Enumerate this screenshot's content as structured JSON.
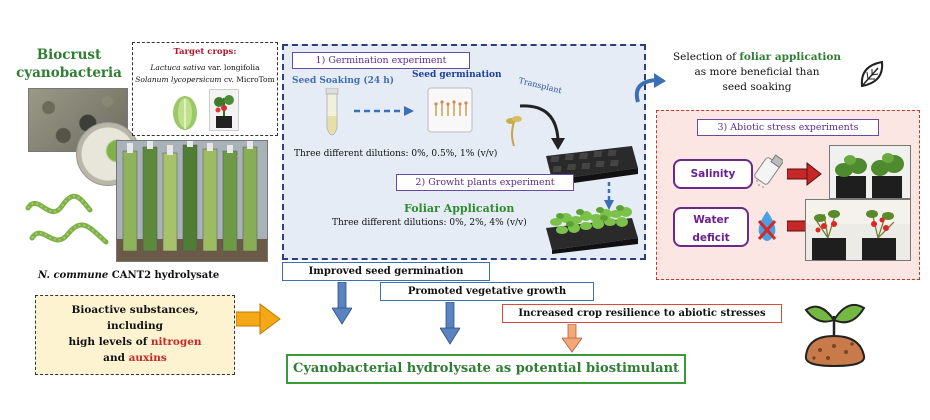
{
  "left": {
    "title_line1": "Biocrust",
    "title_line2": "cyanobacteria",
    "species_label": "N. commune",
    "strain_label": "CANT2 hydrolysate"
  },
  "target_crops": {
    "title": "Target crops:",
    "crop1_species": "Lactuca sativa",
    "crop1_variety": "var. longifolia",
    "crop2_species": "Solanum lycopersicum",
    "crop2_variety": "cv. MicroTom"
  },
  "experiment1": {
    "title": "1) Germination experiment",
    "seed_soaking": "Seed Soaking (24 h)",
    "seed_germination": "Seed germination",
    "transplant": "Transplant",
    "dilutions": "Three different dilutions: 0%, 0.5%, 1% (v/v)"
  },
  "experiment2": {
    "title": "2) Growht plants experiment",
    "foliar": "Foliar Application",
    "dilutions": "Three different dilutions: 0%, 2%, 4% (v/v)"
  },
  "selection": {
    "pre": "Selection of ",
    "highlight": "foliar application",
    "line2": "as more beneficial than",
    "line3": "seed soaking"
  },
  "experiment3": {
    "title": "3) Abiotic stress experiments",
    "salinity": "Salinity",
    "water_line1": "Water",
    "water_line2": "deficit"
  },
  "outcomes": {
    "germination": "Improved seed germination",
    "vegetative": "Promoted vegetative growth",
    "resilience": "Increased crop resilience to abiotic stresses"
  },
  "bioactive": {
    "line1": "Bioactive substances,",
    "line2": "including",
    "line3_pre": "high levels of ",
    "nitrogen": "nitrogen",
    "and": "and ",
    "auxins": "auxins"
  },
  "final": "Cyanobacterial  hydrolysate as potential biostimulant",
  "colors": {
    "green_text": "#2f7d32",
    "panel_blue": "#e6ecf6",
    "panel_pink": "#fbe6e3",
    "accent_red": "#c62828"
  }
}
